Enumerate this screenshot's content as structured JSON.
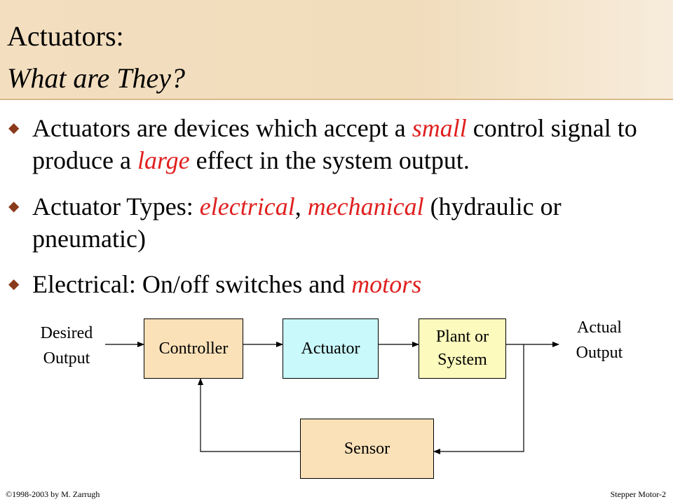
{
  "title": {
    "line1": "Actuators:",
    "line2": "What are They?"
  },
  "bullets": [
    {
      "parts": [
        {
          "text": "Actuators are devices which accept a ",
          "emphasis": false
        },
        {
          "text": "small",
          "emphasis": true
        },
        {
          "text": " control signal to produce a ",
          "emphasis": false
        },
        {
          "text": "large",
          "emphasis": true
        },
        {
          "text": " effect in the system output.",
          "emphasis": false
        }
      ]
    },
    {
      "parts": [
        {
          "text": "Actuator Types: ",
          "emphasis": false
        },
        {
          "text": "electrical",
          "emphasis": true
        },
        {
          "text": ", ",
          "emphasis": false
        },
        {
          "text": "mechanical",
          "emphasis": true
        },
        {
          "text": " (hydraulic or pneumatic)",
          "emphasis": false
        }
      ]
    },
    {
      "parts": [
        {
          "text": "Electrical: On/off switches and ",
          "emphasis": false
        },
        {
          "text": "motors",
          "emphasis": true
        }
      ]
    }
  ],
  "diagram": {
    "input_label_1": "Desired",
    "input_label_2": "Output",
    "output_label_1": "Actual",
    "output_label_2": "Output",
    "controller": "Controller",
    "actuator": "Actuator",
    "plant_1": "Plant or",
    "plant_2": "System",
    "sensor": "Sensor"
  },
  "footer": {
    "left": "©1998-2003 by M. Zarrugh",
    "right": "Stepper Motor-2"
  },
  "colors": {
    "emphasis": "#e02020",
    "title_band": "#f3dfc0",
    "controller_fill": "#fbe1b8",
    "actuator_fill": "#c9f9fa",
    "plant_fill": "#fcfbbd",
    "sensor_fill": "#fbe1b8"
  }
}
